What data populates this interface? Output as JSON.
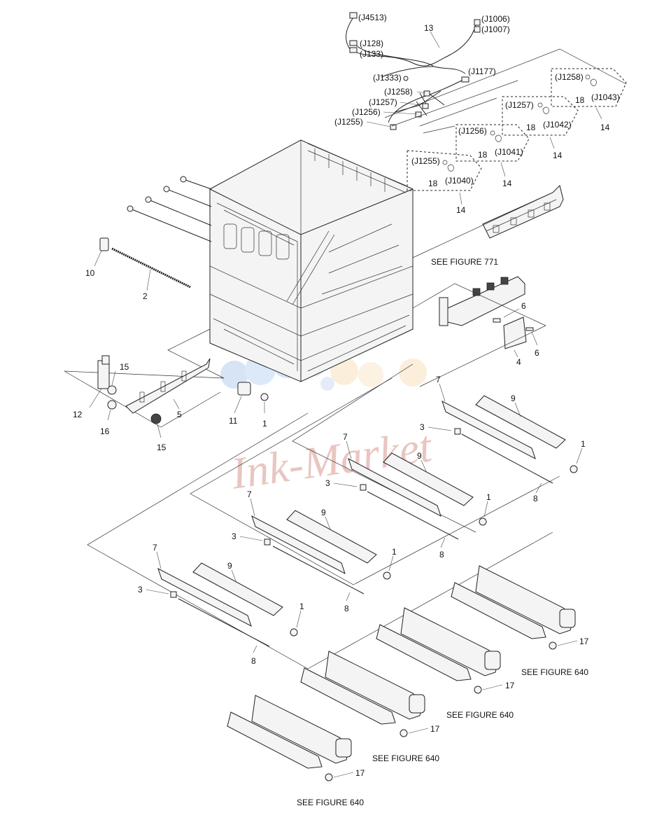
{
  "callouts": {
    "c1": "1",
    "c2": "2",
    "c3": "3",
    "c4": "4",
    "c5": "5",
    "c6": "6",
    "c7": "7",
    "c8": "8",
    "c9": "9",
    "c10": "10",
    "c11": "11",
    "c12": "12",
    "c13": "13",
    "c14": "14",
    "c15": "15",
    "c16": "16",
    "c17": "17",
    "c18": "18"
  },
  "connectors": {
    "j4513": "(J4513)",
    "j128": "(J128)",
    "j133": "(J133)",
    "j1006": "(J1006)",
    "j1007": "(J1007)",
    "j1333": "(J1333)",
    "j1177": "(J1177)",
    "j1258": "(J1258)",
    "j1257": "(J1257)",
    "j1256": "(J1256)",
    "j1255": "(J1255)",
    "j1040": "(J1040)",
    "j1041": "(J1041)",
    "j1042": "(J1042)",
    "j1043": "(J1043)"
  },
  "references": {
    "fig771": "SEE FIGURE 771",
    "fig640": "SEE FIGURE 640"
  },
  "watermark": "Ink-Market"
}
